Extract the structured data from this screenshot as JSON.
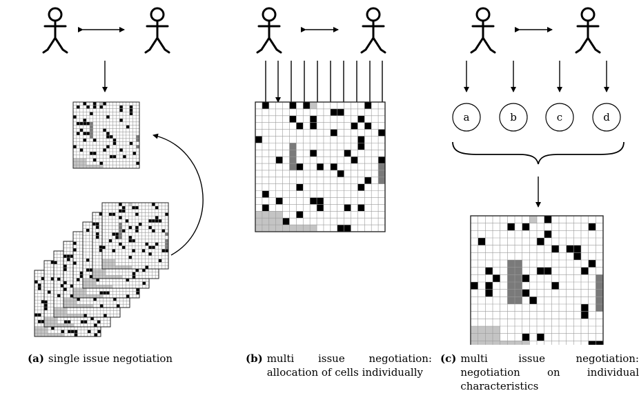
{
  "panels": [
    {
      "id": "a",
      "label": "(a)",
      "caption": "single issue negotiation"
    },
    {
      "id": "b",
      "label": "(b)",
      "caption": "multi issue negotiation: allocation of cells individually"
    },
    {
      "id": "c",
      "label": "(c)",
      "caption": "multi issue negotiation: negotiation on individual characteristics",
      "characteristics": [
        "a",
        "b",
        "c",
        "d"
      ]
    }
  ],
  "colors": {
    "black_cell": "#000000",
    "dark_cell": "#7a7a7a",
    "light_cell": "#c4c4c4",
    "grid_line": "#9a9a9a"
  }
}
